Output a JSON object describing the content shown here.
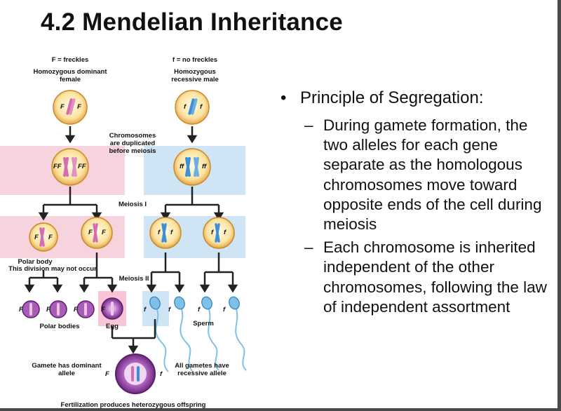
{
  "slide": {
    "title": "4.2 Mendelian Inheritance",
    "bullets": [
      {
        "text": "Principle of Segregation:",
        "sub": [
          "During gamete formation, the two alleles for each gene separate as the homologous chromosomes move toward opposite ends of the cell during meiosis",
          "Each chromosome is inherited independent of the other chromosomes, following the law of independent assortment"
        ]
      }
    ]
  },
  "figure": {
    "female_allele_label": "F = freckles",
    "male_allele_label": "f = no freckles",
    "female_parent": "Homozygous dominant female",
    "male_parent": "Homozygous recessive male",
    "duplication_note": "Chromosomes are duplicated before meiosis",
    "meiosis_1": "Meiosis I",
    "meiosis_2": "Meiosis II",
    "polar_body": "Polar body",
    "polar_body_note": "This division may not occur",
    "polar_bodies": "Polar bodies",
    "egg": "Egg",
    "sperm": "Sperm",
    "gamete_dominant": "Gamete has dominant allele",
    "gamete_recessive": "All gametes have recessive allele",
    "fertilization": "Fertilization produces heterozygous offspring",
    "allele_F": "F",
    "allele_f": "f",
    "allele_FF": "FF",
    "allele_ff": "ff"
  },
  "colors": {
    "female_panel": "#f7d3de",
    "male_panel": "#cfe4f4",
    "cell_fill": "#fbe7a8",
    "cell_rim": "#d39a30",
    "female_chromosome": "#d56bb0",
    "male_chromosome": "#3d8fd6",
    "egg_purple": "#7a2f8c"
  }
}
